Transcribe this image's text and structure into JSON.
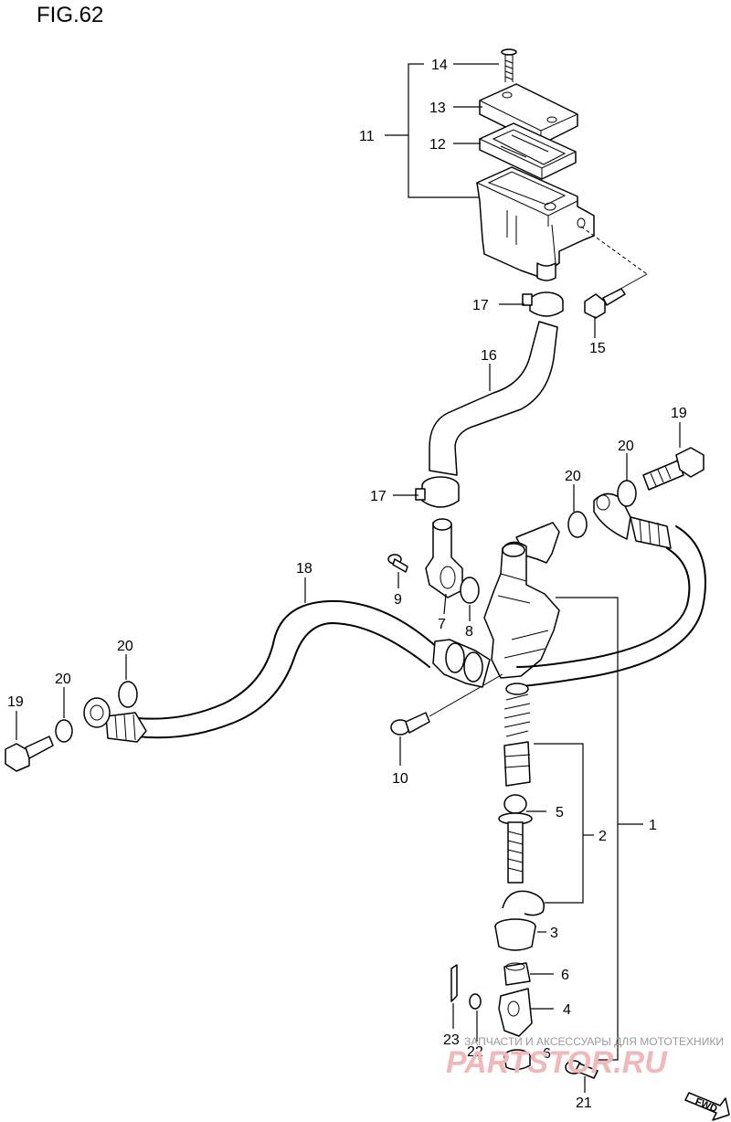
{
  "figure": {
    "title": "FIG.62"
  },
  "callouts": {
    "c1": "1",
    "c2": "2",
    "c3": "3",
    "c4": "4",
    "c5": "5",
    "c6a": "6",
    "c6b": "6",
    "c7": "7",
    "c8": "8",
    "c9": "9",
    "c10": "10",
    "c11": "11",
    "c12": "12",
    "c13": "13",
    "c14": "14",
    "c15": "15",
    "c16": "16",
    "c17a": "17",
    "c17b": "17",
    "c18": "18",
    "c19a": "19",
    "c19b": "19",
    "c20a": "20",
    "c20b": "20",
    "c20c": "20",
    "c20d": "20",
    "c21": "21",
    "c22": "22",
    "c23": "23"
  },
  "watermark": {
    "tagline": "ЗАПЧАСТИ И АКСЕССУАРЫ ДЛЯ МОТОТЕХНИКИ",
    "brand": "PARTSTOR.RU"
  },
  "direction_badge": "FWD",
  "colors": {
    "line": "#000000",
    "background": "#ffffff",
    "watermark_brand": "#f0b8b8"
  }
}
